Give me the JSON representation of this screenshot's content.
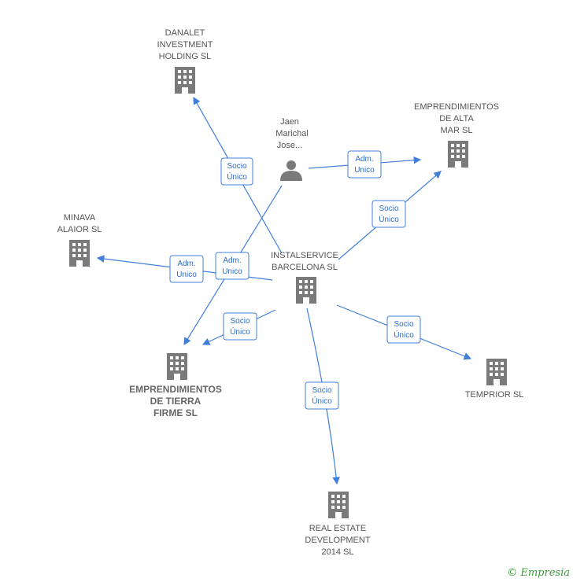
{
  "nodes": {
    "danalet": {
      "label": [
        "DANALET",
        "INVESTMENT",
        "HOLDING SL"
      ]
    },
    "jaen": {
      "label": [
        "Jaen",
        "Marichal",
        "Jose..."
      ]
    },
    "alta_mar": {
      "label": [
        "EMPRENDIMIENTOS",
        "DE ALTA",
        "MAR SL"
      ]
    },
    "minava": {
      "label": [
        "MINAVA",
        "ALAIOR SL"
      ]
    },
    "instalservice": {
      "label": [
        "INSTALSERVICE",
        "BARCELONA  SL"
      ]
    },
    "tierra_firme": {
      "label": [
        "EMPRENDIMIENTOS",
        "DE TIERRA",
        "FIRME SL"
      ]
    },
    "temprior": {
      "label": [
        "TEMPRIOR SL"
      ]
    },
    "real_estate": {
      "label": [
        "REAL ESTATE",
        "DEVELOPMENT",
        "2014  SL"
      ]
    }
  },
  "edges": [
    {
      "id": "e-danalet",
      "text": [
        "Socio",
        "Único"
      ]
    },
    {
      "id": "e-altamar-jaen",
      "text": [
        "Adm.",
        "Unico"
      ]
    },
    {
      "id": "e-altamar-inst",
      "text": [
        "Socio",
        "Único"
      ]
    },
    {
      "id": "e-minava",
      "text": [
        "Adm.",
        "Unico"
      ]
    },
    {
      "id": "e-tierra-jaen",
      "text": [
        "Adm.",
        "Unico"
      ]
    },
    {
      "id": "e-tierra-inst",
      "text": [
        "Socio",
        "Único"
      ]
    },
    {
      "id": "e-temprior",
      "text": [
        "Socio",
        "Único"
      ]
    },
    {
      "id": "e-realestate",
      "text": [
        "Socio",
        "Único"
      ]
    }
  ],
  "colors": {
    "edge": "#3f7fd9",
    "node_icon": "#7a7a7a",
    "focus_icon": "#f26a2e"
  },
  "icons": {
    "company": "building-icon",
    "person": "person-icon"
  },
  "watermark": {
    "symbol": "©",
    "brand": "Empresia"
  }
}
